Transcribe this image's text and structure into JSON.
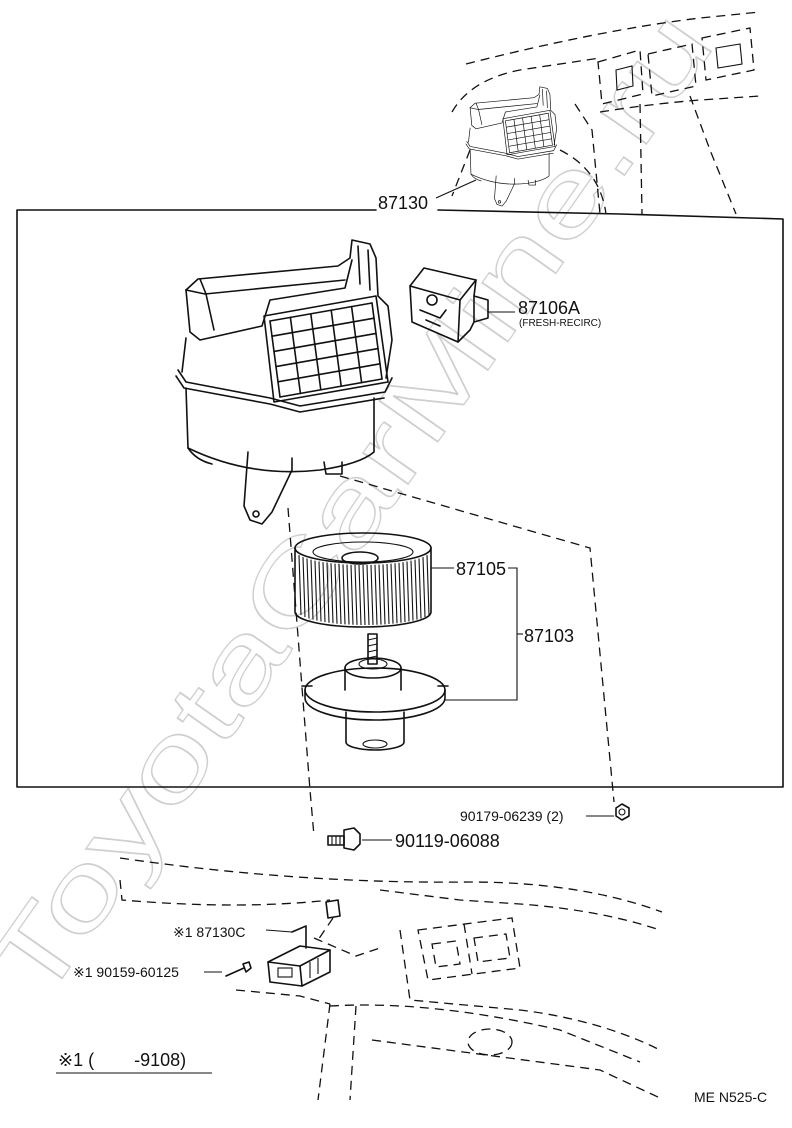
{
  "watermark": "ToyotaCarMine.ru",
  "labels": {
    "assy": "87130",
    "servo": "87106A",
    "servo_note": "(FRESH-RECIRC)",
    "fan": "87105",
    "motor": "87103",
    "nut": "90179-06239 (2)",
    "bolt": "90119-06088",
    "resistor": "※1 87130C",
    "screw": "※1 90159-60125",
    "footnote": "※1 (        -9108)",
    "code": "ME N525-C"
  }
}
